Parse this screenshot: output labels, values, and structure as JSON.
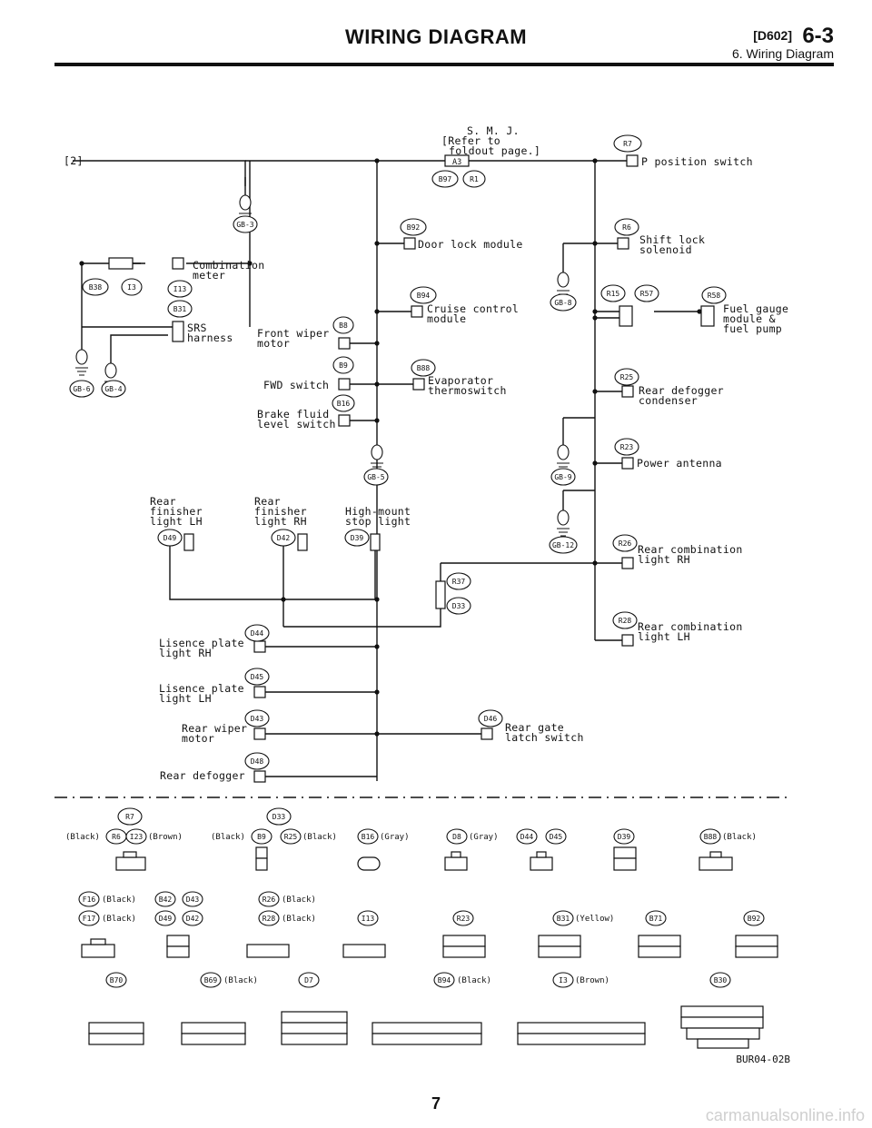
{
  "header": {
    "title": "WIRING DIAGRAM",
    "code": "[D602]",
    "page": "6-3",
    "section": "6. Wiring Diagram"
  },
  "smj": {
    "line1": "S. M. J.",
    "line2": "[Refer to",
    "line3": "foldout page.]",
    "pin": "A3"
  },
  "wire_start": "[2]",
  "components": {
    "p_position_switch": "P position switch",
    "shift_lock_1": "Shift lock",
    "shift_lock_2": "solenoid",
    "door_lock_module": "Door lock module",
    "cruise_1": "Cruise control",
    "cruise_2": "module",
    "fuel_1": "Fuel gauge",
    "fuel_2": "module &",
    "fuel_3": "fuel pump",
    "combination_1": "Combination",
    "combination_2": "meter",
    "srs_1": "SRS",
    "srs_2": "harness",
    "front_wiper_1": "Front wiper",
    "front_wiper_2": "motor",
    "fwd_switch": "FWD switch",
    "evap_1": "Evaporator",
    "evap_2": "thermoswitch",
    "rear_defogger_cond_1": "Rear defogger",
    "rear_defogger_cond_2": "condenser",
    "brake_fluid_1": "Brake fluid",
    "brake_fluid_2": "level switch",
    "power_antenna": "Power antenna",
    "rear_lh_1": "Rear",
    "rear_lh_2": "finisher",
    "rear_lh_3": "light LH",
    "rear_rh_1": "Rear",
    "rear_rh_2": "finisher",
    "rear_rh_3": "light RH",
    "high_mount_1": "High-mount",
    "high_mount_2": "stop light",
    "rear_comb_rh_1": "Rear combination",
    "rear_comb_rh_2": "light RH",
    "rear_comb_lh_1": "Rear combination",
    "rear_comb_lh_2": "light LH",
    "licence_rh_1": "Lisence plate",
    "licence_rh_2": "light RH",
    "licence_lh_1": "Lisence plate",
    "licence_lh_2": "light LH",
    "rear_wiper_1": "Rear wiper",
    "rear_wiper_2": "motor",
    "rear_gate_1": "Rear gate",
    "rear_gate_2": "latch switch",
    "rear_defogger": "Rear defogger"
  },
  "connectors": {
    "R7": "R7",
    "B97": "B97",
    "R1": "R1",
    "B92": "B92",
    "R6": "R6",
    "B38": "B38",
    "I3": "I3",
    "I13": "I13",
    "B94": "B94",
    "GB8": "GB-8",
    "R15": "R15",
    "R57": "R57",
    "R58": "R58",
    "B31": "B31",
    "B8": "B8",
    "B9": "B9",
    "B88": "B88",
    "R25": "R25",
    "B16": "B16",
    "GB6": "GB-6",
    "GB4": "GB-4",
    "GB3": "GB-3",
    "GB5": "GB-5",
    "GB9": "GB-9",
    "GB12": "GB-12",
    "R23": "R23",
    "D49": "D49",
    "D42": "D42",
    "D39": "D39",
    "R26": "R26",
    "R37": "R37",
    "D33": "D33",
    "R28": "R28",
    "D44": "D44",
    "D45": "D45",
    "D43": "D43",
    "D46": "D46",
    "D48": "D48"
  },
  "legend": {
    "row1": {
      "R7": "R7",
      "D33": "D33",
      "black_r6": "(Black)",
      "R6": "R6",
      "I23": "I23",
      "brown": "(Brown)",
      "black_b9": "(Black)",
      "B9": "B9",
      "R25": "R25",
      "black_r25": "(Black)",
      "B16": "B16",
      "gray_b16": "(Gray)",
      "D8": "D8",
      "gray_d8": "(Gray)",
      "D44": "D44",
      "D45": "D45",
      "D39": "D39",
      "B88": "B88",
      "black_b88": "(Black)"
    },
    "row2": {
      "F16": "F16",
      "black_f16": "(Black)",
      "B42": "B42",
      "D43": "D43",
      "R26": "R26",
      "black_r26": "(Black)",
      "F17": "F17",
      "black_f17": "(Black)",
      "D49": "D49",
      "D42": "D42",
      "R28": "R28",
      "black_r28": "(Black)",
      "I13": "I13",
      "R23": "R23",
      "B31": "B31",
      "yellow": "(Yellow)",
      "B71": "B71",
      "B92": "B92"
    },
    "row3": {
      "B70": "B70",
      "B69": "B69",
      "black_b69": "(Black)",
      "D7": "D7",
      "B94": "B94",
      "black_b94": "(Black)",
      "I3": "I3",
      "brown_i3": "(Brown)",
      "B30": "B30"
    }
  },
  "figure_code": "BUR04-02B",
  "page_number": "7",
  "watermark": "carmanualsonline.info"
}
